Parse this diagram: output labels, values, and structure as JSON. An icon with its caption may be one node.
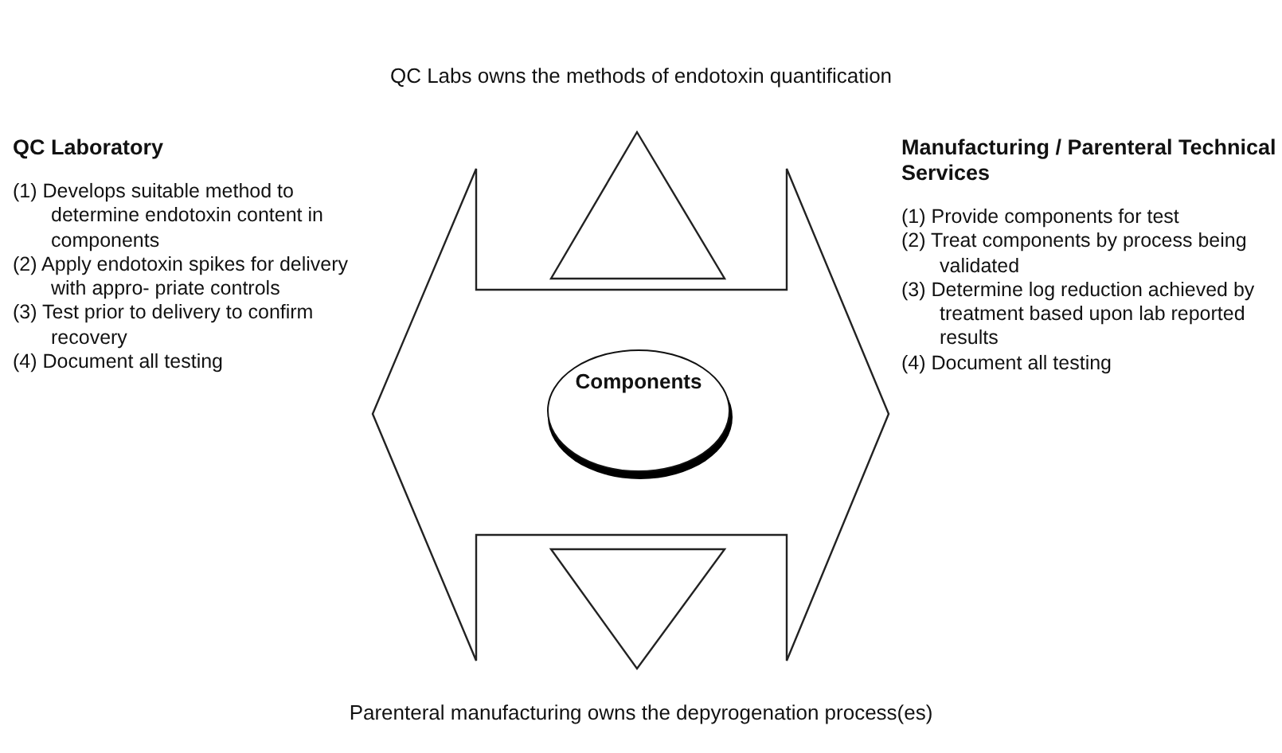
{
  "diagram": {
    "title": "QC Labs owns the methods of endotoxin quantification",
    "caption": "Parenteral manufacturing owns the depyrogenation process(es)",
    "nodes": [
      {
        "text": [
          "QC Laboratory",
          "(1) Develops suitable method to determine endotoxin content in components",
          "(2) Apply endotoxin spikes for delivery with appro- priate controls",
          "(3) Test prior to delivery to confirm recovery",
          "(4) Document all testing"
        ]
      },
      {
        "text": [],
        "shape": "arrow"
      },
      {
        "text": [
          "Components"
        ],
        "in": 1
      },
      {
        "text": [
          "Manufacturing / Parenteral Technical Services",
          "(1) Provide components for test",
          "(2) Treat components by process being validated",
          "(3) Determine log reduction achieved by treatment based upon lab reported results",
          "(4) Document all testing"
        ]
      }
    ]
  }
}
